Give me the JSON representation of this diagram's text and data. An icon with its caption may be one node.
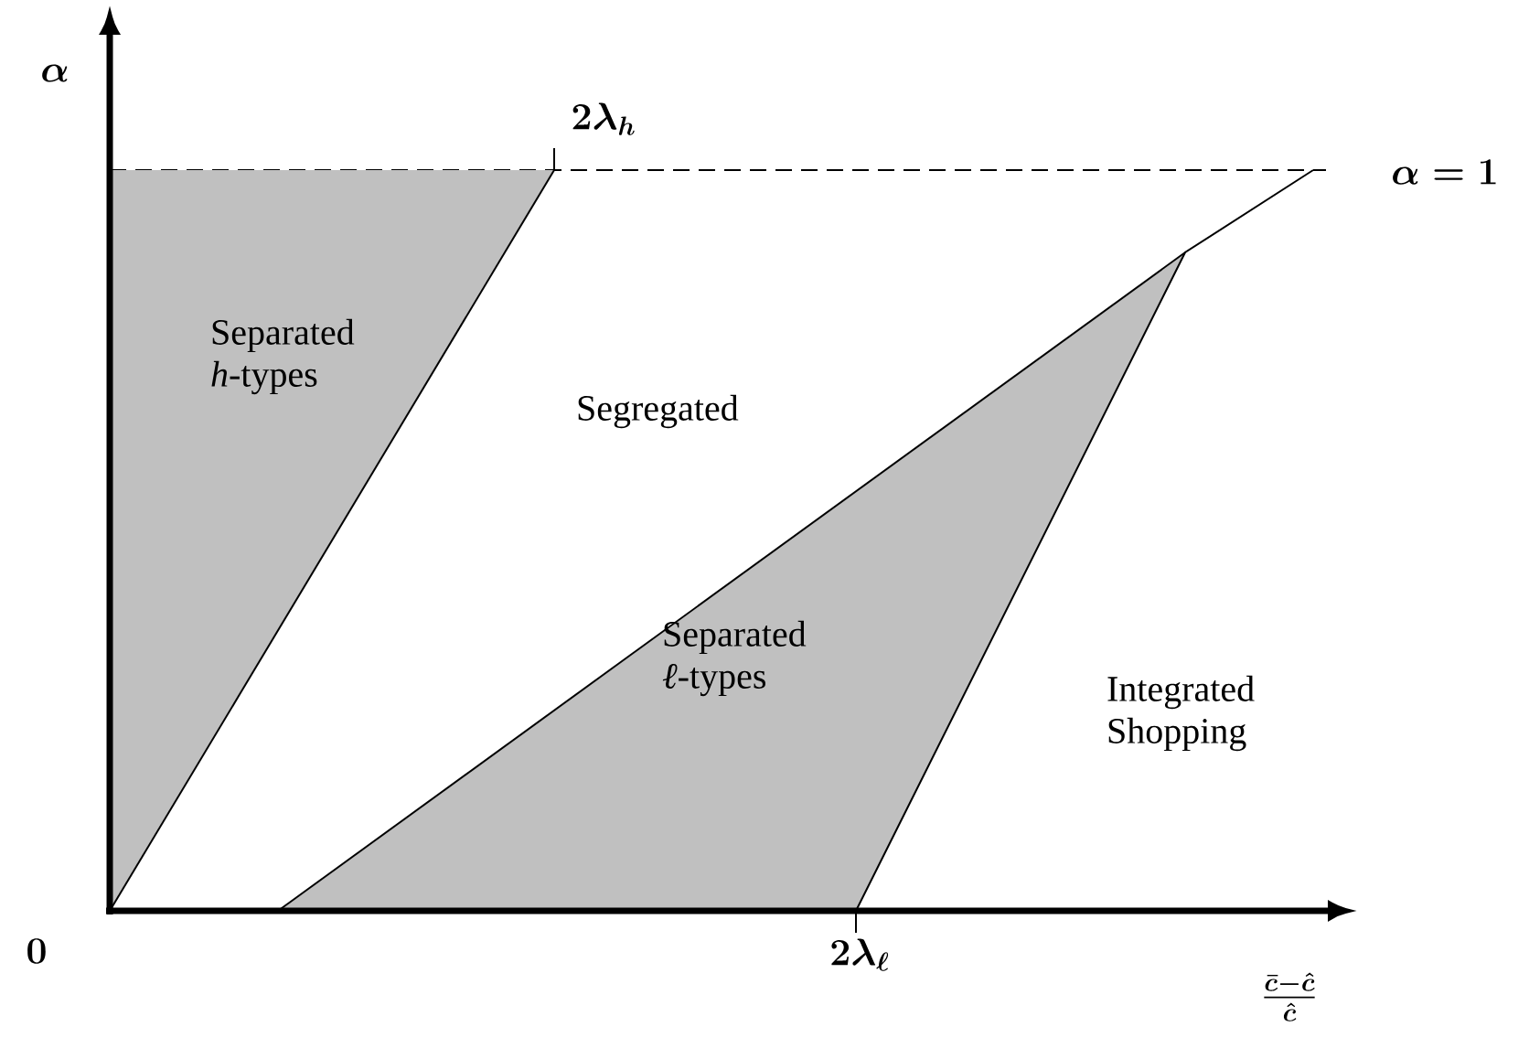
{
  "diagram": {
    "nodes": [
      {
        "text": [
          "Separated *h*-types"
        ]
      },
      {
        "text": [
          "Separated *ℓ*-types"
        ]
      }
    ],
    "labels": [
      "\\alpha",
      "2\\lambda_h",
      "\\alpha = 1",
      "Segregated",
      "Integrated Shopping",
      "0",
      "2\\lambda_\\ell",
      "\\frac{\\bar{c}-\\hat{c}}{\\hat{c}}"
    ]
  }
}
